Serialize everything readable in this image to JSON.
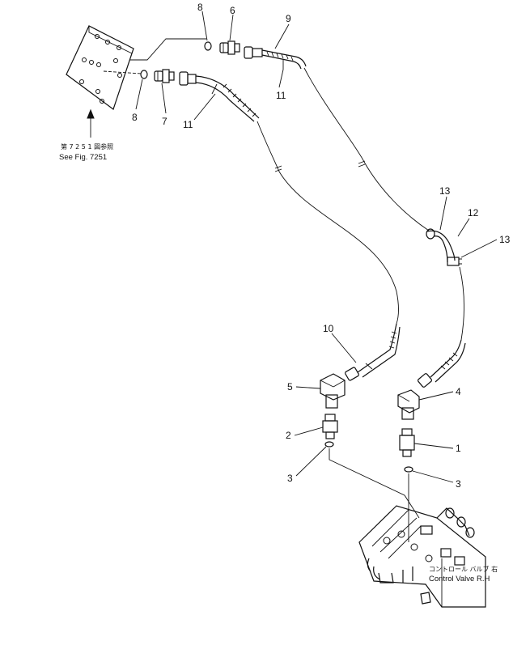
{
  "part_numbers": {
    "n1": "1",
    "n2": "2",
    "n3a": "3",
    "n3b": "3",
    "n4": "4",
    "n5": "5",
    "n6": "6",
    "n7": "7",
    "n8a": "8",
    "n8b": "8",
    "n9": "9",
    "n10": "10",
    "n11a": "11",
    "n11b": "11",
    "n12": "12",
    "n13a": "13",
    "n13b": "13"
  },
  "references": {
    "fig_ref_jp": "第 7 2 5 1 図参照",
    "fig_ref_en": "See Fig. 7251",
    "control_valve_jp": "コントロール バルブ 右",
    "control_valve_en": "Control Valve R.H"
  },
  "colors": {
    "line": "#111111",
    "background": "#ffffff"
  }
}
